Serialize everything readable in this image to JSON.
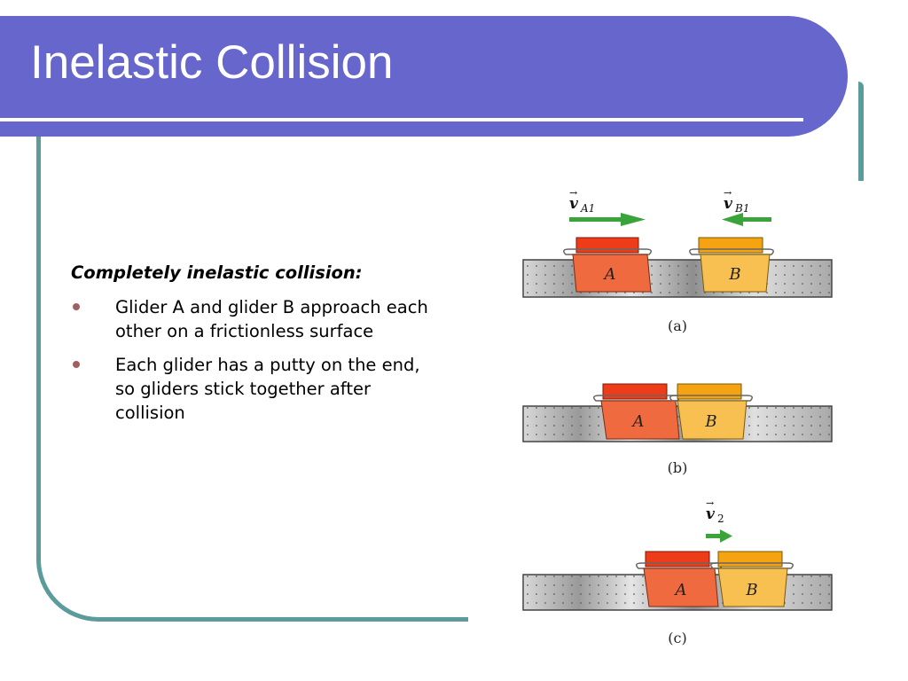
{
  "slide": {
    "title": "Inelastic Collision",
    "heading": "Completely inelastic collision:",
    "bullets": [
      "Glider A and glider B approach each other on a frictionless surface",
      "Each glider has a putty on the end, so gliders stick together after collision"
    ]
  },
  "colors": {
    "title_bar": "#6666cc",
    "frame": "#5b9b9b",
    "glider_a": "#ef6a3e",
    "glider_a_top": "#ee3c18",
    "glider_b": "#f7c050",
    "glider_b_top": "#f5a310",
    "arrow": "#3aa43a"
  },
  "figure": {
    "panel_a": {
      "caption": "(a)",
      "glider_a_label": "A",
      "glider_b_label": "B",
      "velocity_a_label": "A1",
      "velocity_b_label": "B1"
    },
    "panel_b": {
      "caption": "(b)",
      "glider_a_label": "A",
      "glider_b_label": "B"
    },
    "panel_c": {
      "caption": "(c)",
      "glider_a_label": "A",
      "glider_b_label": "B",
      "velocity_label": "2"
    }
  }
}
